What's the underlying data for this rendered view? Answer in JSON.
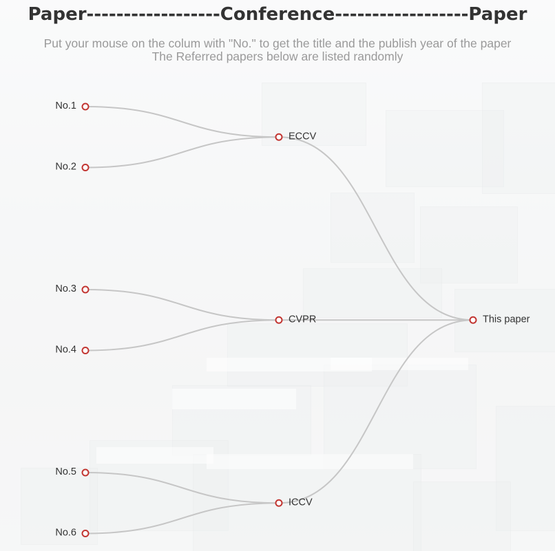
{
  "header": {
    "title": "Paper------------------Conference------------------Paper",
    "hint_line1": "Put your mouse on the colum with \"No.\" to get the title and the publish year of the paper",
    "hint_line2": "The Referred papers below are listed randomly"
  },
  "colors": {
    "link": "#c6c6c6",
    "node_stroke": "#c23531",
    "node_fill": "#ffffff",
    "label": "#333333",
    "title": "#333333",
    "hint": "#9a9a9a"
  },
  "chart_data": {
    "type": "tree",
    "levels": [
      "Paper",
      "Conference",
      "Paper"
    ],
    "nodes": [
      {
        "id": "No.1",
        "label": "No.1",
        "level": 0
      },
      {
        "id": "No.2",
        "label": "No.2",
        "level": 0
      },
      {
        "id": "No.3",
        "label": "No.3",
        "level": 0
      },
      {
        "id": "No.4",
        "label": "No.4",
        "level": 0
      },
      {
        "id": "No.5",
        "label": "No.5",
        "level": 0
      },
      {
        "id": "No.6",
        "label": "No.6",
        "level": 0
      },
      {
        "id": "ECCV",
        "label": "ECCV",
        "level": 1
      },
      {
        "id": "CVPR",
        "label": "CVPR",
        "level": 1
      },
      {
        "id": "ICCV",
        "label": "ICCV",
        "level": 1
      },
      {
        "id": "This paper",
        "label": "This paper",
        "level": 2
      }
    ],
    "links": [
      {
        "source": "No.1",
        "target": "ECCV"
      },
      {
        "source": "No.2",
        "target": "ECCV"
      },
      {
        "source": "No.3",
        "target": "CVPR"
      },
      {
        "source": "No.4",
        "target": "CVPR"
      },
      {
        "source": "No.5",
        "target": "ICCV"
      },
      {
        "source": "No.6",
        "target": "ICCV"
      },
      {
        "source": "ECCV",
        "target": "This paper"
      },
      {
        "source": "CVPR",
        "target": "This paper"
      },
      {
        "source": "ICCV",
        "target": "This paper"
      }
    ]
  }
}
